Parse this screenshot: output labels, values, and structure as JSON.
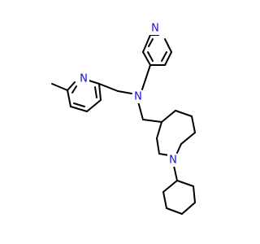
{
  "structure": {
    "atom_labels": {
      "pyridine_n_top": "N",
      "pyridine_n_left": "N",
      "amine_n": "N",
      "piperidine_n": "N"
    },
    "colors": {
      "bond": "#000000",
      "nitrogen": "#1010e0",
      "background": "#ffffff"
    }
  }
}
